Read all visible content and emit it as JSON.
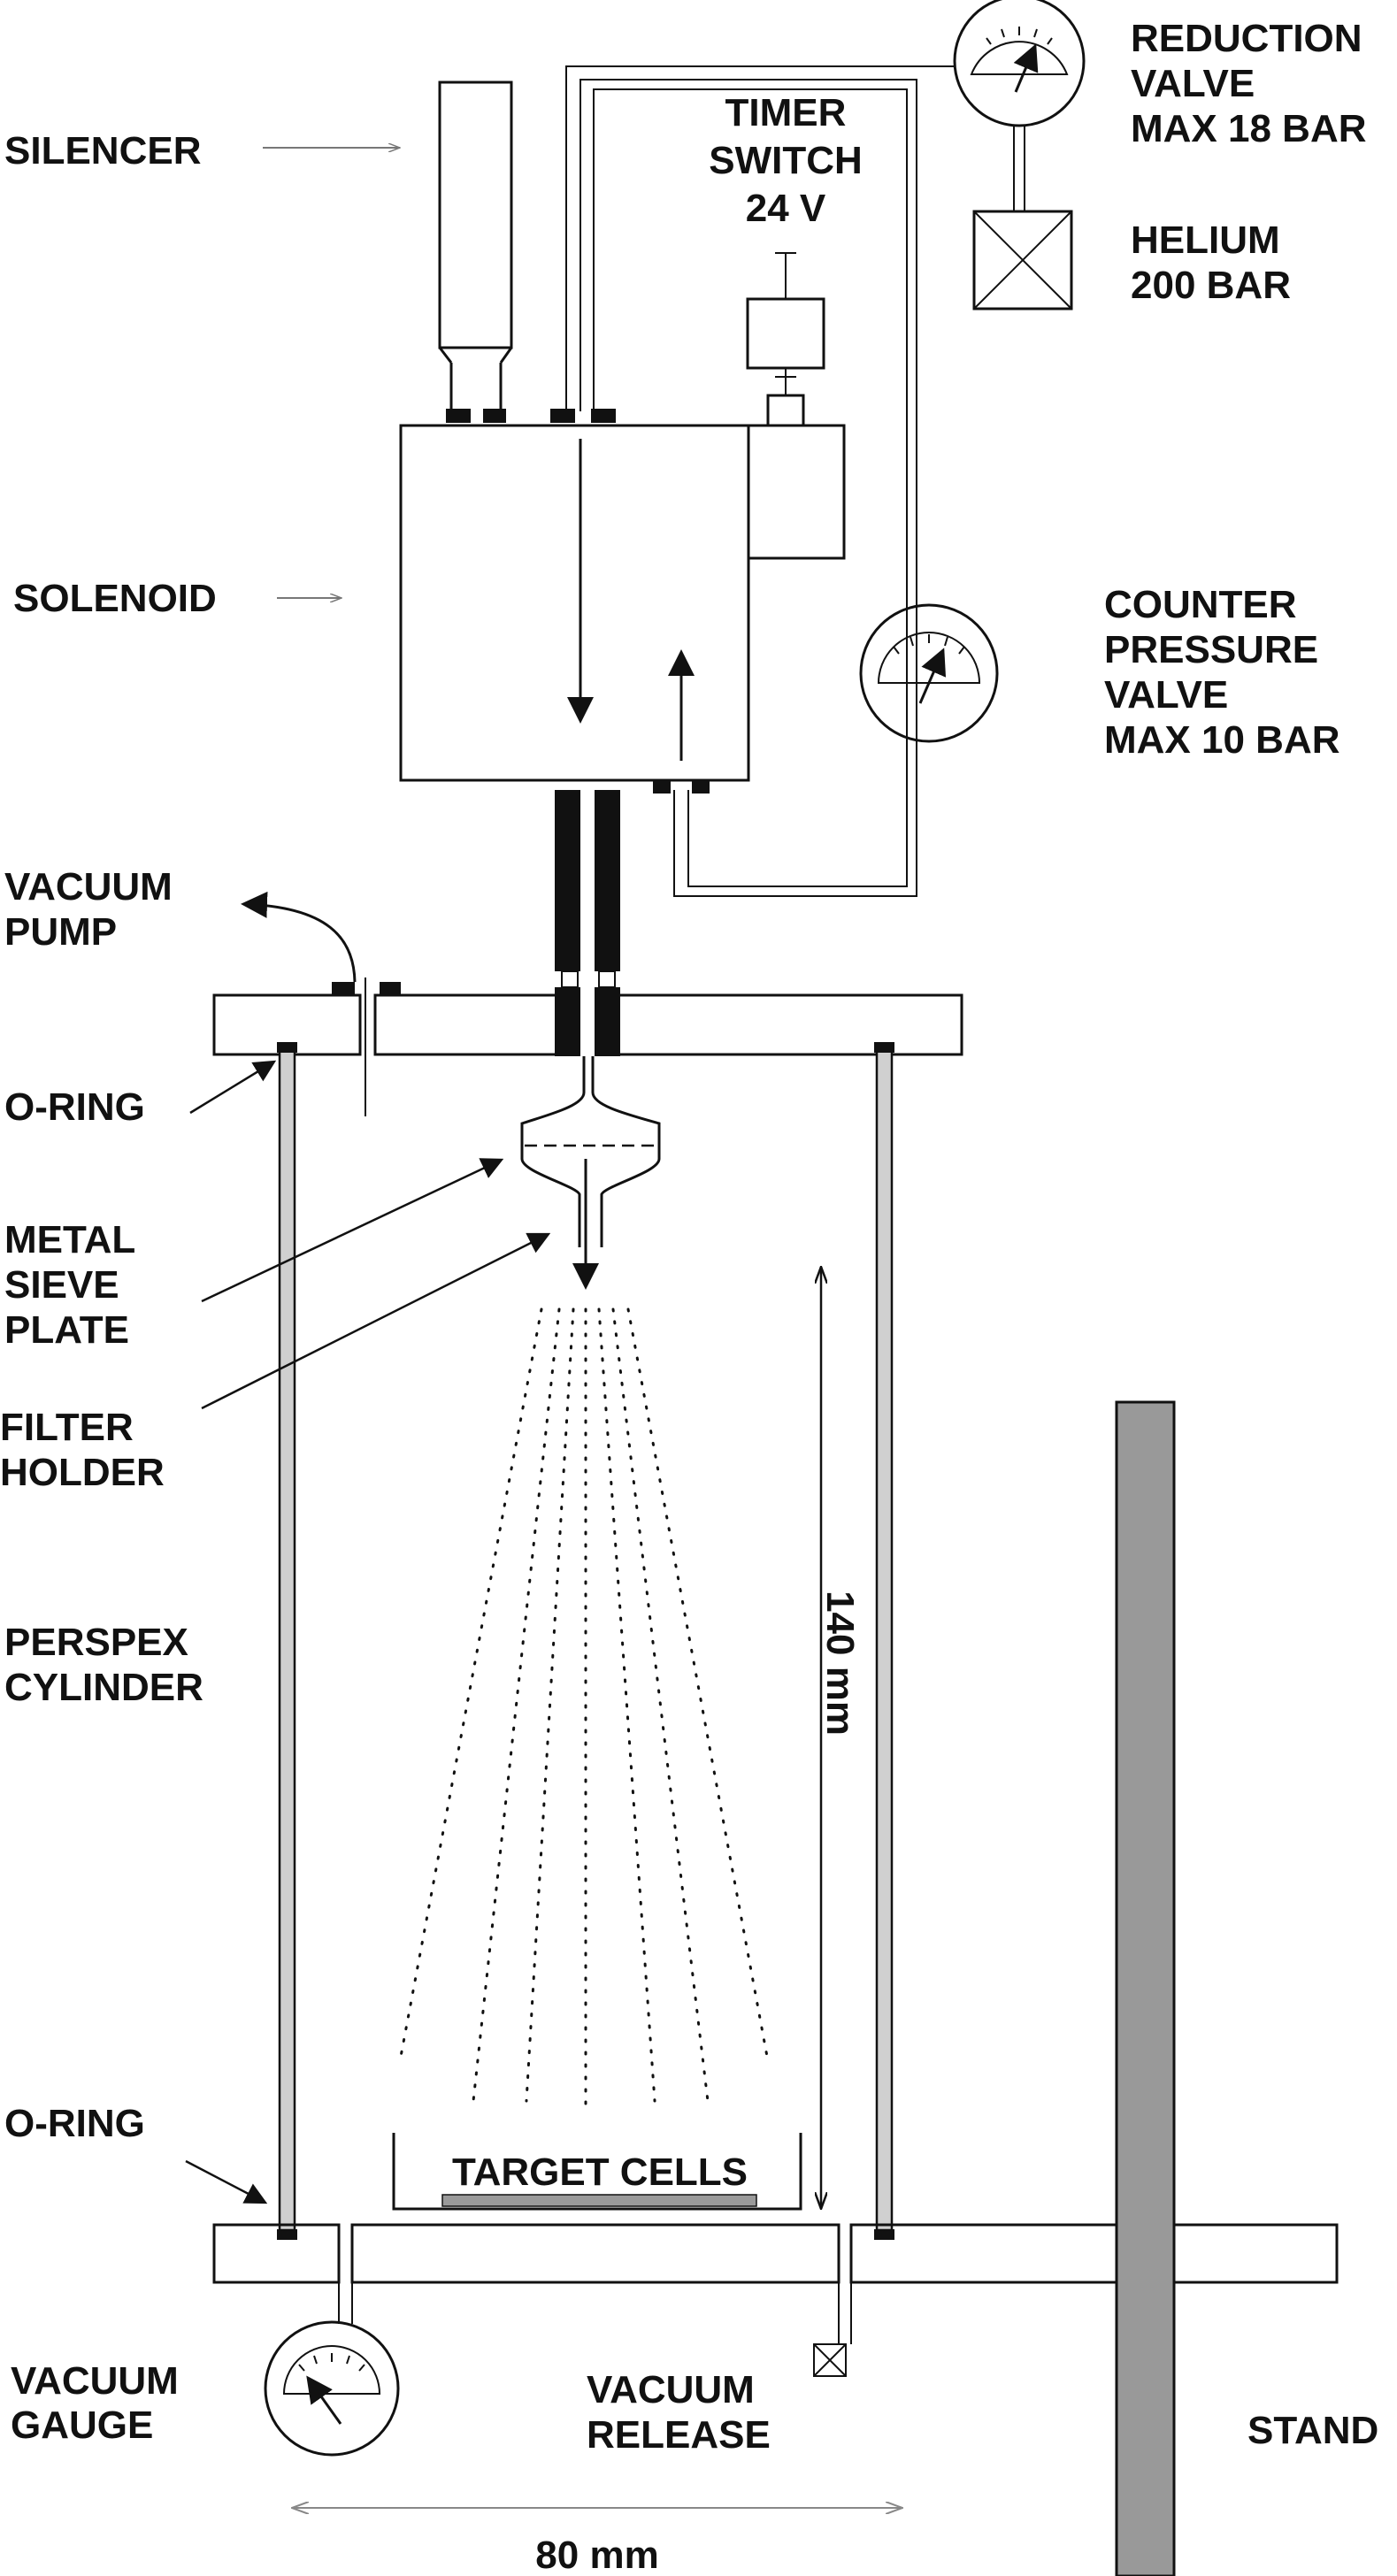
{
  "labels": {
    "silencer": "SILENCER",
    "timer_1": "TIMER",
    "timer_2": "SWITCH",
    "timer_3": "24 V",
    "reduction_1": "REDUCTION",
    "reduction_2": "VALVE",
    "reduction_3": "MAX 18 BAR",
    "helium_1": "HELIUM",
    "helium_2": "200 BAR",
    "solenoid": "SOLENOID",
    "counter_1": "COUNTER",
    "counter_2": "PRESSURE",
    "counter_3": "VALVE",
    "counter_4": "MAX 10 BAR",
    "vacuum_pump_1": "VACUUM",
    "vacuum_pump_2": "PUMP",
    "oring_top": "O-RING",
    "metal_1": "METAL",
    "metal_2": "SIEVE",
    "metal_3": "PLATE",
    "filter_1": "FILTER",
    "filter_2": "HOLDER",
    "perspex_1": "PERSPEX",
    "perspex_2": "CYLINDER",
    "oring_bottom": "O-RING",
    "target_cells": "TARGET CELLS",
    "dim_height": "140 mm",
    "dim_width": "80 mm",
    "vacuum_gauge_1": "VACUUM",
    "vacuum_gauge_2": "GAUGE",
    "vacuum_release_1": "VACUUM",
    "vacuum_release_2": "RELEASE",
    "stand": "STAND"
  },
  "colors": {
    "ink": "#111111",
    "tube": "#d0d0d0",
    "stand": "#999999",
    "target_layer": "#9a9a9a"
  }
}
